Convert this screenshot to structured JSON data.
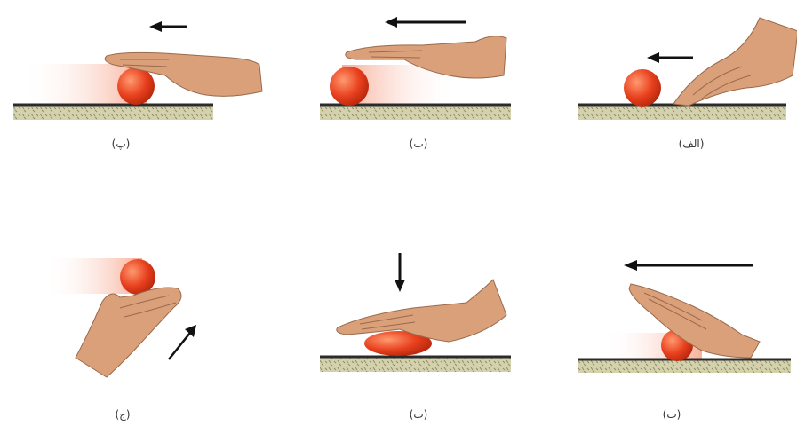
{
  "figure": {
    "panels": [
      {
        "id": "a",
        "label": "(الف)",
        "row": 1,
        "col": 3
      },
      {
        "id": "b",
        "label": "(ب)",
        "row": 1,
        "col": 2
      },
      {
        "id": "c",
        "label": "(پ)",
        "row": 1,
        "col": 1
      },
      {
        "id": "d",
        "label": "(ت)",
        "row": 2,
        "col": 3
      },
      {
        "id": "e",
        "label": "(ث)",
        "row": 2,
        "col": 2
      },
      {
        "id": "f",
        "label": "(ج)",
        "row": 2,
        "col": 1
      }
    ]
  },
  "colors": {
    "ball": "#e8401e",
    "ball_highlight": "#ff9a70",
    "ground": "#c8c7a0",
    "ground_line": "#2b2b2b",
    "skin": "#d9a07a",
    "skin_dark": "#b9805c",
    "arrow": "#111111",
    "motion_trail": "#f7b9a4"
  }
}
